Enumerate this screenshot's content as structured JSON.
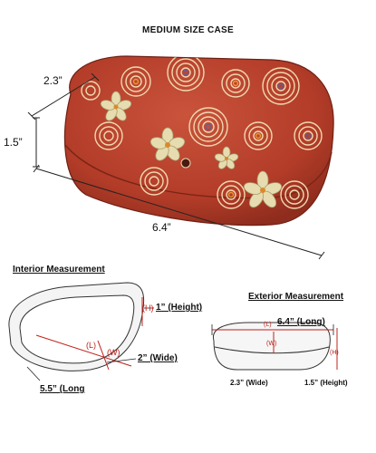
{
  "header": {
    "title": "MEDIUM SIZE CASE"
  },
  "main_dims": {
    "depth": "2.3”",
    "height": "1.5”",
    "length": "6.4”"
  },
  "interior": {
    "heading": "Interior Measurement",
    "height": "1” (Height)",
    "wide": "2” (Wide)",
    "long": "5.5” (Long",
    "tag_h": "(H)",
    "tag_l": "(L)",
    "tag_w": "(W)"
  },
  "exterior": {
    "heading": "Exterior Measurement",
    "long": "6.4” (Long)",
    "wide": "2.3” (Wide)",
    "height": "1.5” (Height)",
    "tag_l": "(L)",
    "tag_w": "(W)",
    "tag_h": "(H)"
  },
  "colors": {
    "case_red": "#b8402c",
    "dim_red": "#c0201a",
    "line": "#222222"
  }
}
